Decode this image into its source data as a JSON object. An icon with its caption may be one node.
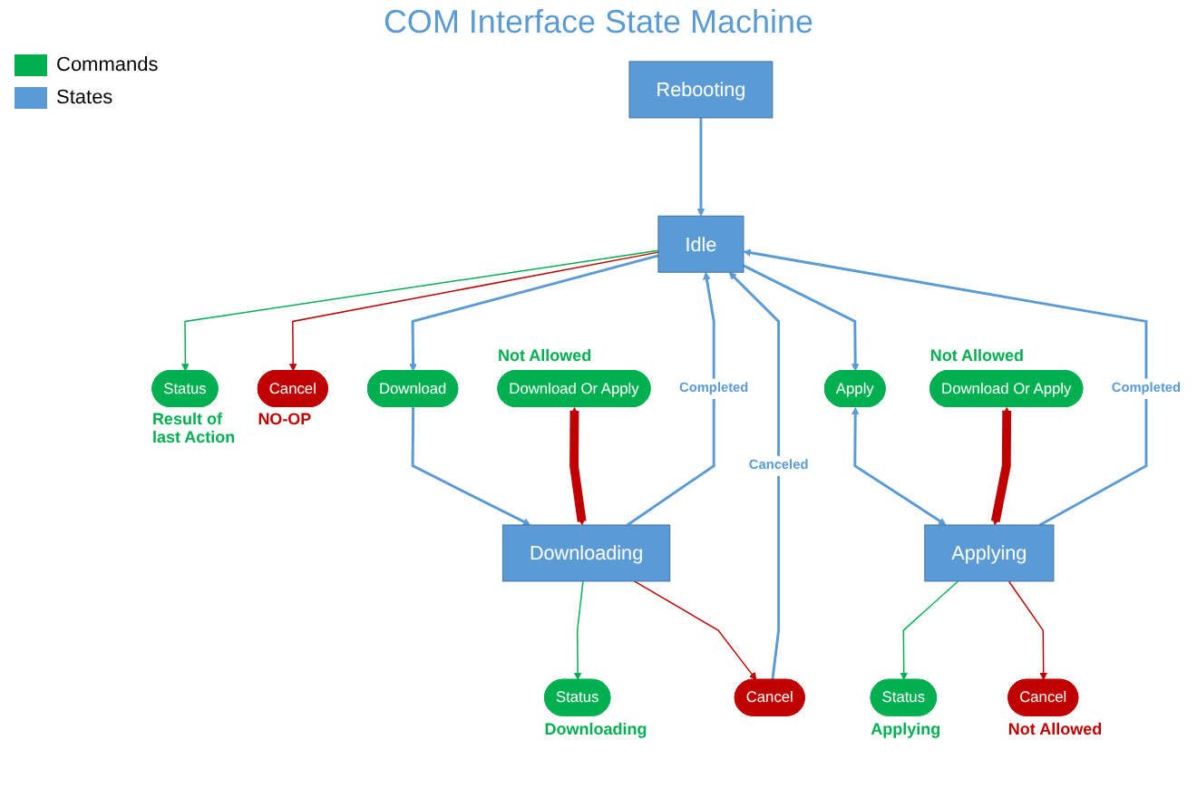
{
  "diagram": {
    "title": "COM Interface State Machine",
    "nodes": [
      {
        "text": [
          "Rebooting"
        ]
      },
      {
        "text": [
          "Idle"
        ]
      },
      {
        "text": [
          "Status"
        ],
        "beside": [
          "Result of last Action"
        ]
      },
      {
        "text": [
          "Cancel"
        ],
        "beside": [
          "NO-OP"
        ]
      },
      {
        "text": [
          "Download"
        ]
      },
      {
        "text": [
          "Apply"
        ]
      },
      {
        "text": [
          "Download Or Apply"
        ],
        "beside": [
          "Not Allowed"
        ]
      },
      {
        "text": [
          "Downloading"
        ]
      },
      {
        "text": [
          "Download Or Apply"
        ],
        "beside": [
          "Not Allowed"
        ]
      },
      {
        "text": [
          "Applying"
        ]
      },
      {
        "text": [
          "Status"
        ],
        "beside": [
          "Downloading"
        ]
      },
      {
        "text": [
          "Cancel"
        ]
      },
      {
        "text": [
          "Status"
        ],
        "beside": [
          "Applying"
        ]
      },
      {
        "text": [
          "Cancel"
        ],
        "beside": [
          "Not Allowed"
        ]
      }
    ],
    "edges": [
      {
        "from": 0,
        "to": 1,
        "arrow": "to"
      },
      {
        "from": 1,
        "to": 2,
        "arrow": "to",
        "color": "#00b050"
      },
      {
        "from": 1,
        "to": 3,
        "arrow": "to",
        "color": "#c00000"
      },
      {
        "from": 1,
        "to": 4,
        "arrow": "to"
      },
      {
        "from": 1,
        "to": 5,
        "arrow": "to"
      },
      {
        "from": 4,
        "to": 7,
        "arrow": "to"
      },
      {
        "from": 7,
        "to": 1,
        "arrow": "to",
        "label": "Completed"
      },
      {
        "from": 6,
        "to": 7,
        "arrow": "both",
        "style": "thick",
        "color": "#c00000"
      },
      {
        "from": 5,
        "to": 9,
        "arrow": "both"
      },
      {
        "from": 9,
        "to": 1,
        "arrow": "to",
        "label": "Completed"
      },
      {
        "from": 8,
        "to": 9,
        "arrow": "both",
        "style": "thick",
        "color": "#c00000"
      },
      {
        "from": 7,
        "to": 10,
        "arrow": "to",
        "color": "#00b050"
      },
      {
        "from": 7,
        "to": 11,
        "arrow": "to",
        "color": "#c00000"
      },
      {
        "from": 11,
        "to": 1,
        "arrow": "to",
        "label": "Canceled"
      },
      {
        "from": 9,
        "to": 12,
        "arrow": "to",
        "color": "#00b050"
      },
      {
        "from": 9,
        "to": 13,
        "arrow": "to",
        "color": "#c00000"
      }
    ],
    "legend": [
      {
        "text": "Commands",
        "color": "#00b050"
      },
      {
        "text": "States",
        "color": "#5b9bd5"
      }
    ]
  }
}
